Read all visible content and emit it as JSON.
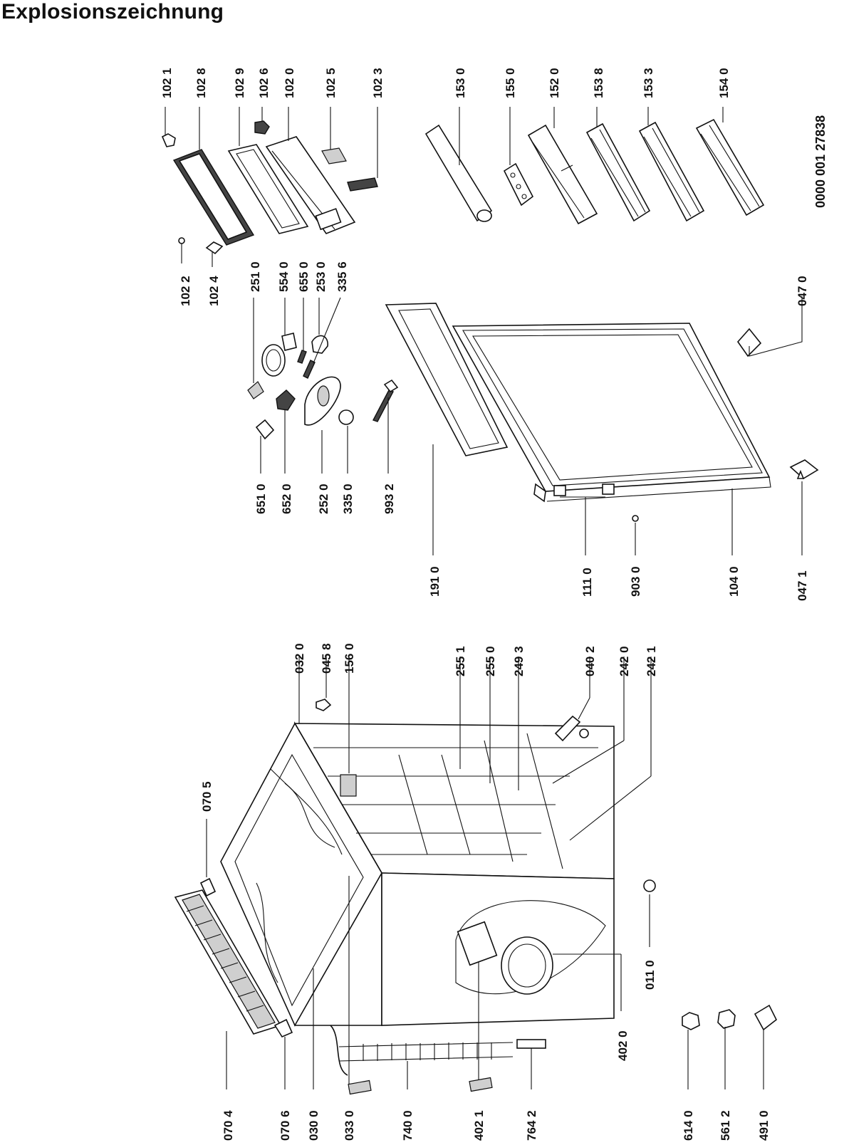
{
  "page_title": "Explosionszeichnung",
  "doc_number": "0000 001 27838",
  "part_labels": {
    "p1021": "102 1",
    "p1028": "102 8",
    "p1029": "102 9",
    "p1026": "102 6",
    "p1020": "102 0",
    "p1025": "102 5",
    "p1023": "102 3",
    "p1022": "102 2",
    "p1024": "102 4",
    "p1530": "153 0",
    "p1550": "155 0",
    "p1520": "152 0",
    "p1538": "153 8",
    "p1533": "153 3",
    "p1540": "154 0",
    "p2510": "251 0",
    "p5540": "554 0",
    "p6550": "655 0",
    "p2530": "253 0",
    "p3356": "335 6",
    "p6510": "651 0",
    "p6520": "652 0",
    "p2520": "252 0",
    "p3350": "335 0",
    "p9932": "993 2",
    "p1910": "191 0",
    "p1110": "111 0",
    "p9030": "903 0",
    "p1040": "104 0",
    "p0471": "047 1",
    "p0470": "047 0",
    "p0705": "070 5",
    "p0320": "032 0",
    "p0458": "045 8",
    "p1560": "156 0",
    "p2551": "255 1",
    "p2550": "255 0",
    "p2493": "249 3",
    "p0402": "040 2",
    "p2420": "242 0",
    "p2421": "242 1",
    "p4020": "402 0",
    "p0110": "011 0",
    "p0704": "070 4",
    "p0706": "070 6",
    "p0300": "030 0",
    "p0330": "033 0",
    "p7400": "740 0",
    "p4021": "402 1",
    "p7642": "764 2",
    "p6140": "614 0",
    "p5612": "561 2",
    "p4910": "491 0"
  }
}
